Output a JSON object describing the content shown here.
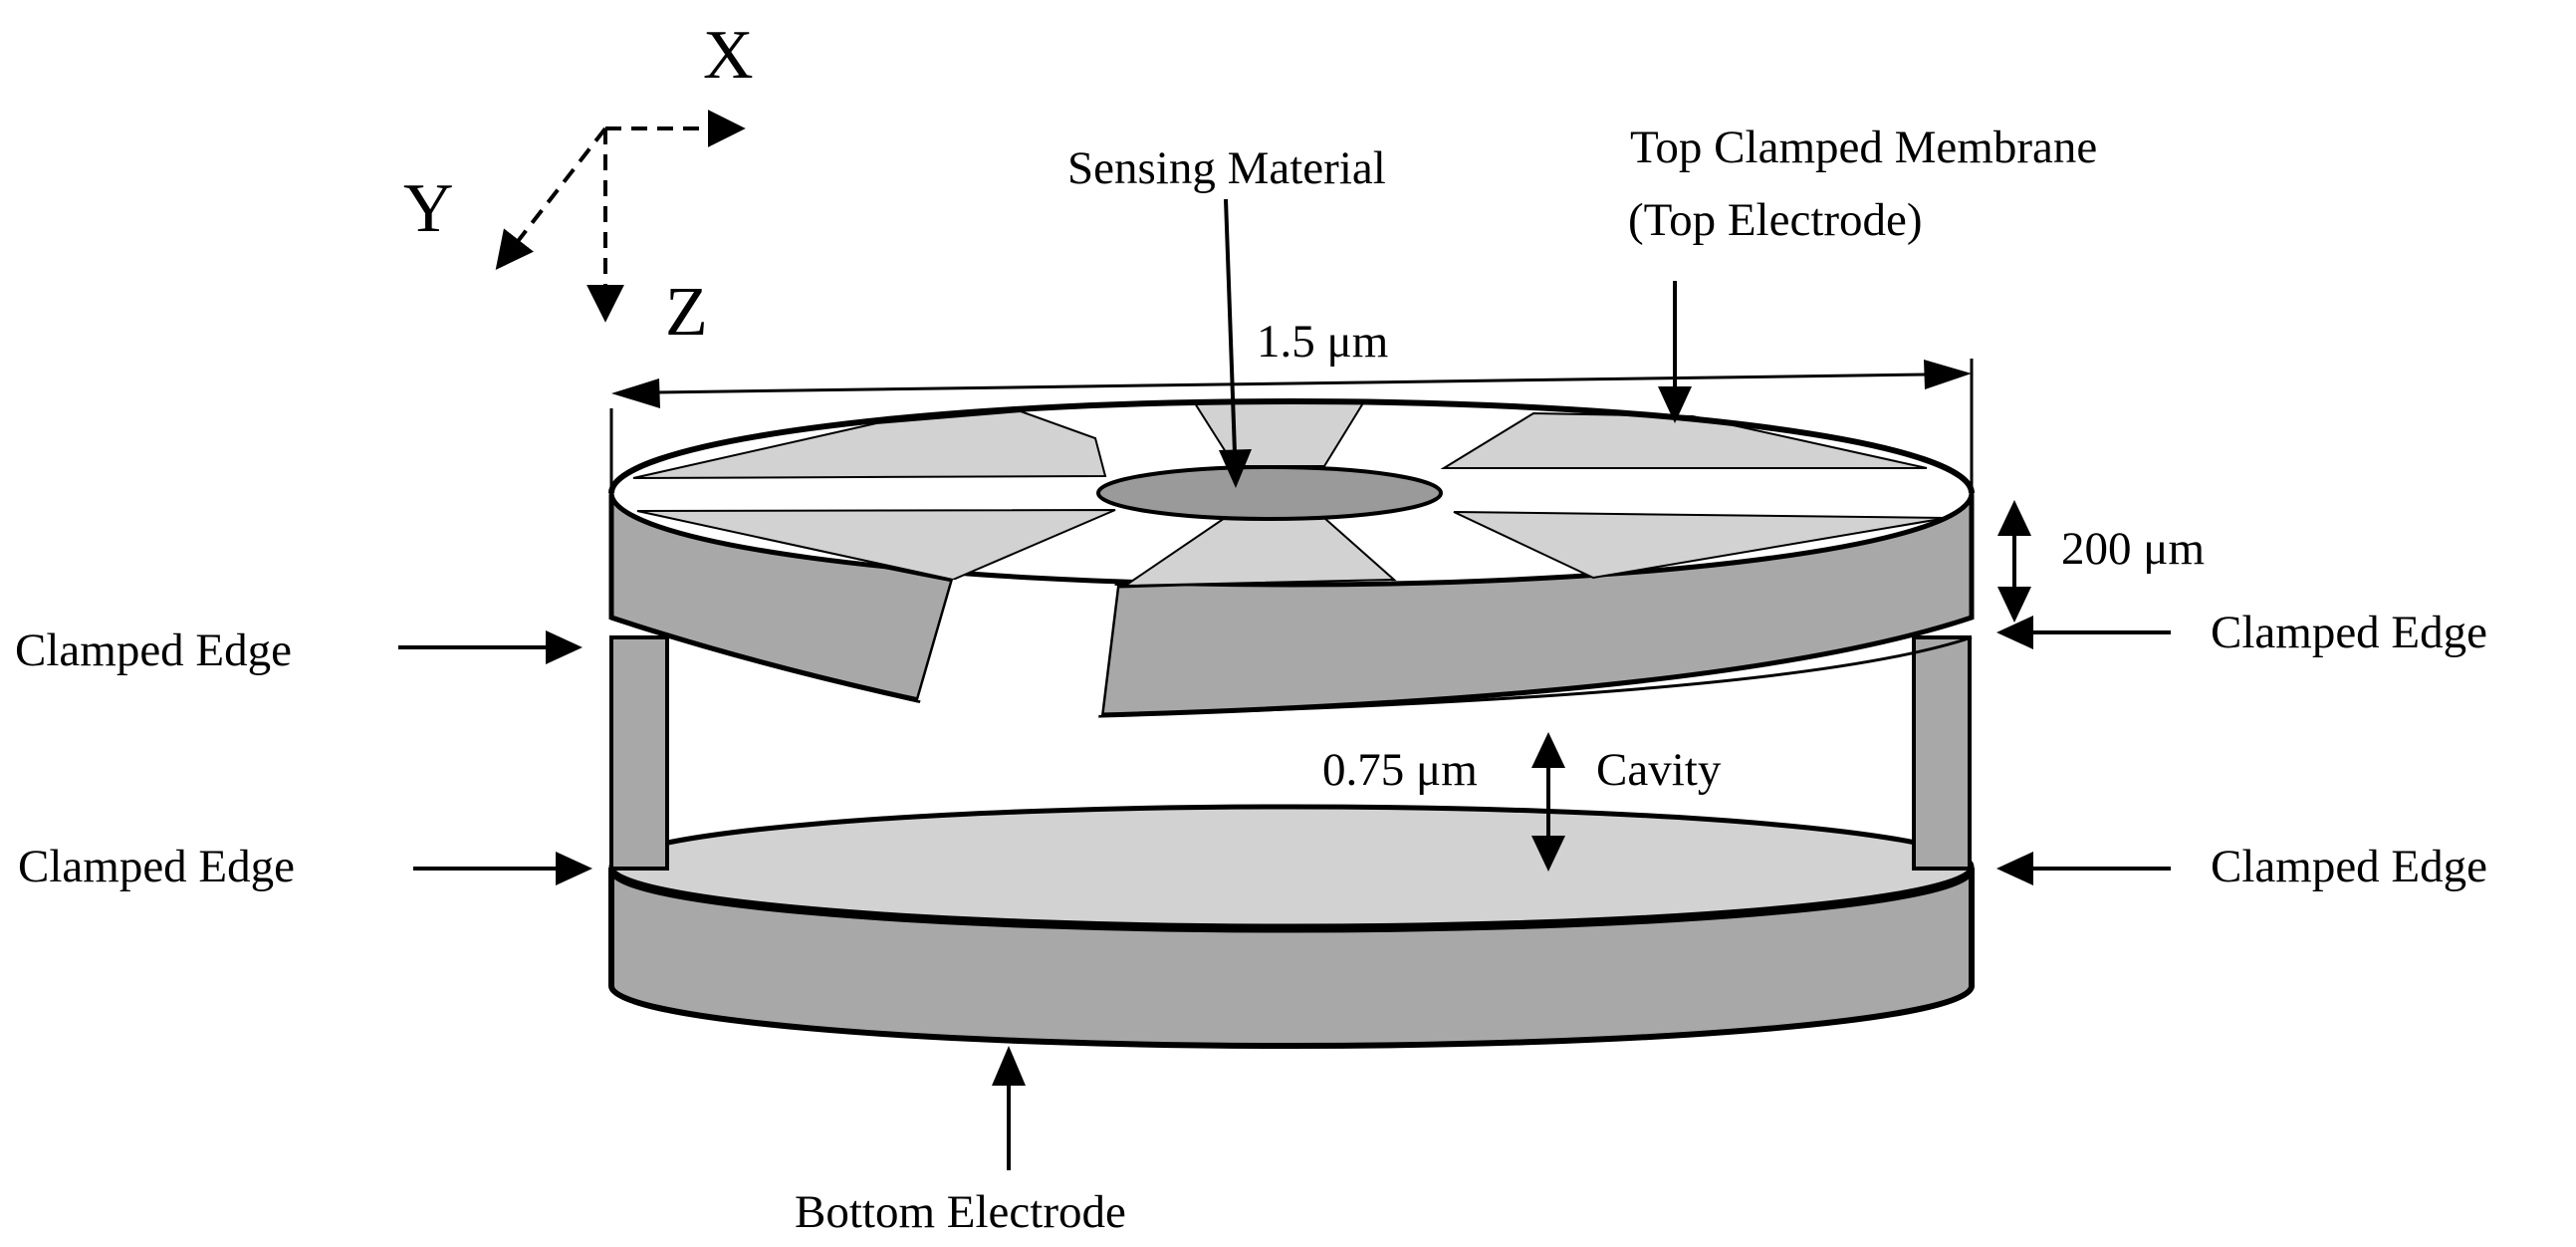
{
  "axes": {
    "x": "X",
    "y": "Y",
    "z": "Z"
  },
  "labels": {
    "sensing_material": "Sensing Material",
    "top_membrane_line1": "Top Clamped Membrane",
    "top_membrane_line2": "(Top Electrode)",
    "diameter": "1.5 μm",
    "thickness": "200 μm",
    "gap": "0.75 μm",
    "cavity": "Cavity",
    "clamped_edge_top_left": "Clamped Edge",
    "clamped_edge_top_right": "Clamped Edge",
    "clamped_edge_bottom_left": "Clamped Edge",
    "clamped_edge_bottom_right": "Clamped Edge",
    "bottom_electrode": "Bottom Electrode"
  },
  "colors": {
    "dark_fill": "#a8a8a8",
    "light_fill": "#d2d2d2",
    "center_fill": "#9a9a9a",
    "line": "#000000"
  }
}
